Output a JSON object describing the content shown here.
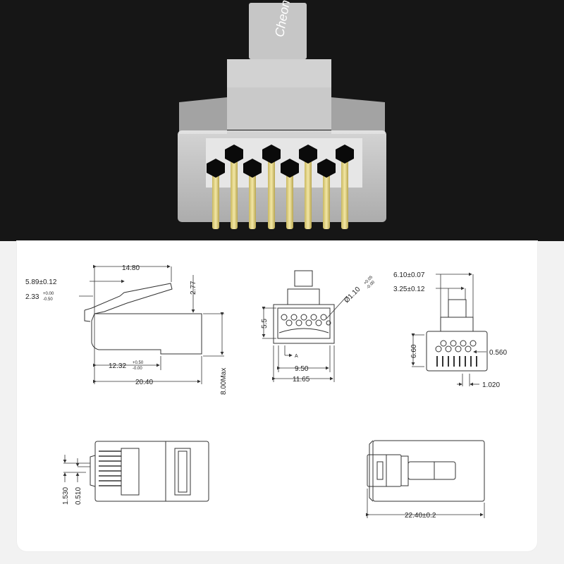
{
  "hero": {
    "subject": "RJ45 connector photo",
    "brand_mark": "logo on latch",
    "pin_count": 8,
    "colors": {
      "background": "#161616",
      "pins": "#e8d98a",
      "body": "#d8d8d8"
    }
  },
  "drawings": {
    "side_view": {
      "dims": {
        "d1": "14.80",
        "d2": "5.89±0.12",
        "d3_main": "2.33",
        "d3_tol_up": "+0.00",
        "d3_tol_down": "-0.50",
        "d4": "2.77",
        "d5_main": "12.32",
        "d5_tol_up": "+0.50",
        "d5_tol_down": "-0.00",
        "d6": "20.40",
        "d7": "8.00Max"
      }
    },
    "front_view": {
      "dims": {
        "d1_main": "Ø1.10",
        "d1_tol_up": "+0.05",
        "d1_tol_down": "-0.00",
        "d2": "5.5",
        "d3": "9.50",
        "d4": "11.65",
        "marker": "A"
      }
    },
    "rear_view": {
      "dims": {
        "d1": "6.10±0.07",
        "d2": "3.25±0.12",
        "d3": "6.60",
        "d4": "0.560",
        "d5": "1.020"
      }
    },
    "bottom_view": {
      "dims": {
        "d1": "1.530",
        "d2": "0.510"
      }
    },
    "top_view": {
      "dims": {
        "d1": "22.40±0.2"
      }
    }
  }
}
